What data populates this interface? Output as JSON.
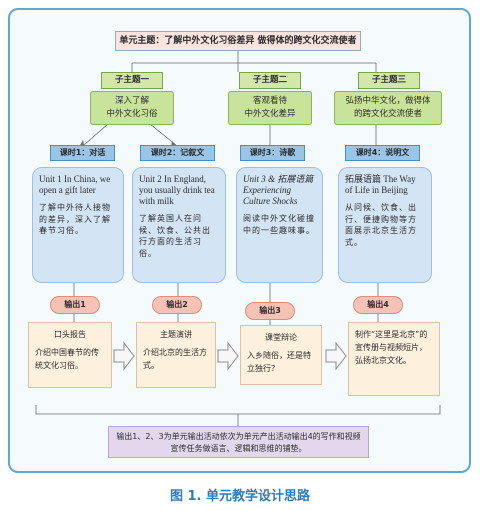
{
  "title": "单元主题：了解中外文化习俗差异 做得体的跨文化交流使者",
  "subthemes": [
    {
      "header": "子主题一",
      "body": "深入了解\n中外文化习俗"
    },
    {
      "header": "子主题二",
      "body": "客观看待\n中外文化差异"
    },
    {
      "header": "子主题三",
      "body": "弘扬中华文化，做得体\n的跨文化交流使者"
    }
  ],
  "lessons": [
    {
      "header": "课时1：对话",
      "en": "Unit 1 In China, we open a gift later",
      "zh": "了解中外待人接物的差异，深入了解春节习俗。"
    },
    {
      "header": "课时2：记叙文",
      "en": "Unit 2 In England, you usually drink tea with milk",
      "zh": "了解英国人在问候、饮食、公共出行方面的生活习俗。"
    },
    {
      "header": "课时3：诗歌",
      "en": "Unit 3 & 拓展语篇 Experiencing Culture Shocks",
      "zh": "阅读中外文化碰撞中的一些趣味事。"
    },
    {
      "header": "课时4：说明文",
      "en": "拓展语篇 The Way of Life in Beijing",
      "zh": "从问候、饮食、出行、便捷购物等方面展示北京生活方式。"
    }
  ],
  "outputs": [
    {
      "header": "输出1",
      "title": "口头报告",
      "body": "介绍中国春节的传统文化习俗。"
    },
    {
      "header": "输出2",
      "title": "主题演讲",
      "body": "介绍北京的生活方式。"
    },
    {
      "header": "输出3",
      "title": "课堂辩论",
      "body": "入乡随俗，还是特立独行？"
    },
    {
      "header": "输出4",
      "title": "",
      "body": "制作“这里是北京”的宣传册与视频短片，弘扬北京文化。"
    }
  ],
  "summary": "输出1、2、3为单元输出活动依次为单元产出活动输出4的写作和视频宣传任务做语言、逻辑和思维的铺垫。",
  "caption": "图 1. 单元教学设计思路"
}
